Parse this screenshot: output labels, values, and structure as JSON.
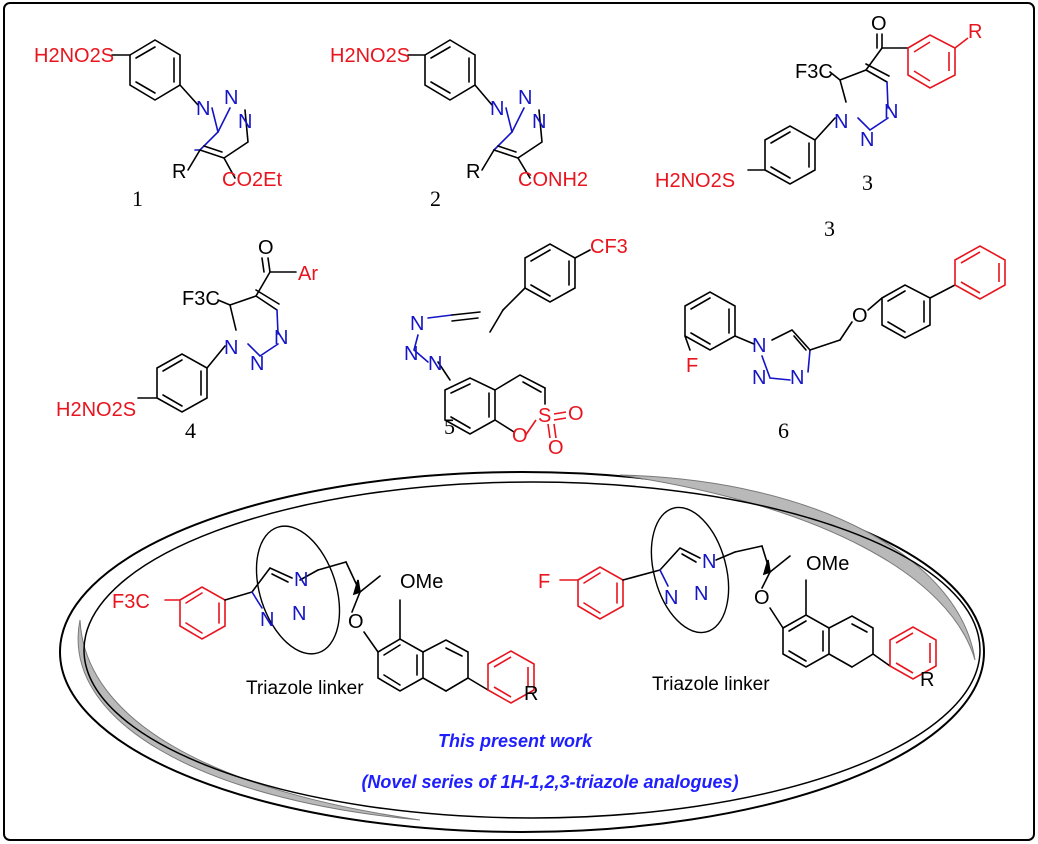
{
  "colors": {
    "frame": "#000000",
    "bond": "#000000",
    "nitrogen": "#1414c8",
    "highlight": "#e8141e",
    "caption": "#1e1eff",
    "ring_shadow": "#b9b9b9"
  },
  "compounds": [
    {
      "number": "1",
      "labels": {
        "sulfonamide": "H2NO2S",
        "r": "R",
        "ester": "CO2Et"
      }
    },
    {
      "number": "2",
      "labels": {
        "sulfonamide": "H2NO2S",
        "r": "R",
        "amide": "CONH2"
      }
    },
    {
      "number": "3",
      "number_repeat": "3",
      "labels": {
        "cf3": "F3C",
        "oxygen": "O",
        "r": "R",
        "sulfonamide": "H2NO2S"
      }
    },
    {
      "number": "4",
      "labels": {
        "cf3": "F3C",
        "oxygen": "O",
        "ar": "Ar",
        "sulfonamide": "H2NO2S"
      }
    },
    {
      "number": "5",
      "labels": {
        "cf3": "CF3",
        "ring_oxygen": "O",
        "sulfur": "S",
        "oxo_1": "O",
        "oxo_2": "O"
      }
    },
    {
      "number": "6",
      "labels": {
        "fluoro": "F",
        "ether_oxygen": "O"
      }
    }
  ],
  "present_work": {
    "left": {
      "substituent": "F3C",
      "ome": "OMe",
      "ether_oxygen": "O",
      "r": "R",
      "linker_label": "Triazole linker"
    },
    "right": {
      "substituent": "F",
      "ome": "OMe",
      "ether_oxygen": "O",
      "r": "R",
      "linker_label": "Triazole linker"
    },
    "caption_title": "This present work",
    "caption_subtitle": "(Novel series of 1H-1,2,3-triazole analogues)"
  }
}
